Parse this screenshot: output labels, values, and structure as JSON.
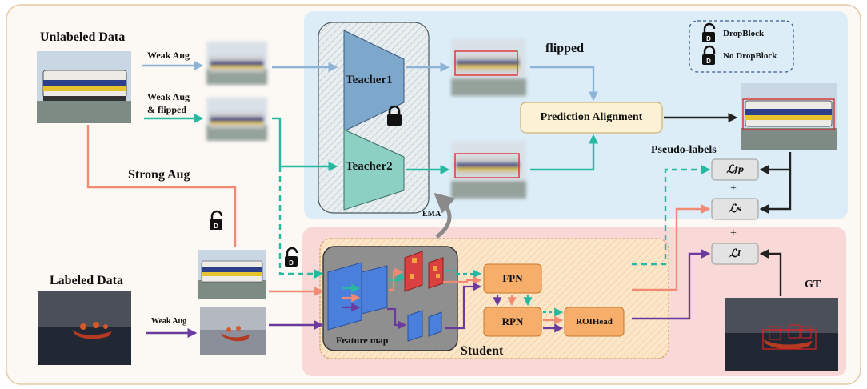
{
  "labels": {
    "unlabeled_data": "Unlabeled Data",
    "labeled_data": "Labeled Data",
    "weak_aug_1": "Weak Aug",
    "weak_aug_flipped_line1": "Weak Aug",
    "weak_aug_flipped_line2": "& flipped",
    "weak_aug_2": "Weak Aug",
    "strong_aug": "Strong Aug",
    "flipped": "flipped",
    "pseudo_labels": "Pseudo-labels",
    "gt": "GT",
    "ema": "EMA",
    "student": "Student",
    "feature_map": "Feature map"
  },
  "legend": {
    "dropblock": "DropBlock",
    "no_dropblock": "No DropBlock"
  },
  "modules": {
    "teacher1": "Teacher1",
    "teacher2": "Teacher2",
    "prediction_alignment": "Prediction Alignment",
    "fpn": "FPN",
    "rpn": "RPN",
    "roihead": "ROIHead"
  },
  "losses": {
    "fp": "ℒfp",
    "s": "ℒs",
    "l": "ℒl",
    "plus1": "+",
    "plus2": "+"
  },
  "colors": {
    "blue_arrow": "#8db3d6",
    "teal_arrow": "#27b8a2",
    "salmon_arrow": "#f08a73",
    "purple_arrow": "#6a3a9e",
    "teacher_bg": "#dcedf8",
    "student_bg": "#f8d9d8",
    "teacher1_fill": "#7ea7cc",
    "teacher2_fill": "#8ccfc3",
    "module_orange": "#f7ae6b"
  },
  "icons": {
    "open_lock": "lock-open-icon",
    "closed_lock": "lock-closed-icon"
  }
}
